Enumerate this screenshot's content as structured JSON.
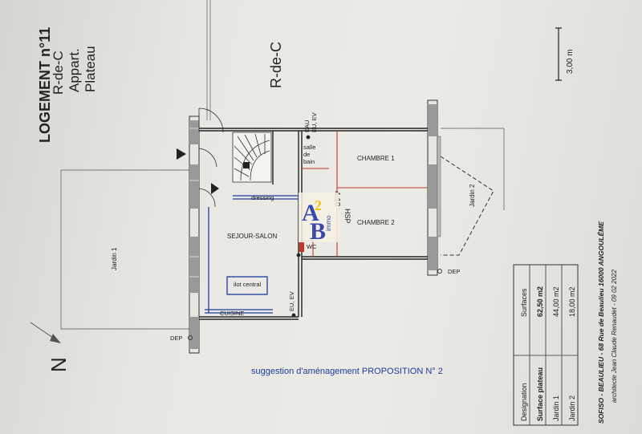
{
  "header": {
    "title": "LOGEMENT n°11",
    "line2": "R-de-C",
    "line3": "Appart.",
    "line4": "Plateau"
  },
  "level_label": "R-de-C",
  "scale": {
    "label": "3,00 m"
  },
  "north": {
    "label": "N"
  },
  "rooms": {
    "salle_de_bain": [
      "salle",
      "de",
      "bain"
    ],
    "chambre1": "CHAMBRE 1",
    "chambre2": "CHAMBRE 2",
    "sejour": "SEJOUR-SALON",
    "cuisine": "CUISINE",
    "dressing": "dressing",
    "ilot": "ilot central",
    "wc": "WC",
    "hsp": "HSP",
    "hsp_value": "4,10",
    "jardin1": "Jardin 1",
    "jardin2": "Jardin 2"
  },
  "annotations": {
    "eau_top": "EAU",
    "euev_top": "EU, EV",
    "euev_bottom": "EU, EV",
    "dep_left": "DEP",
    "dep_right": "DEP"
  },
  "logo": {
    "text": "A2B",
    "sub": "immo"
  },
  "caption": "suggestion d'aménagement  PROPOSITION N° 2",
  "surfaces_table": {
    "headers": [
      "Designation",
      "Surfaces"
    ],
    "rows": [
      [
        "Surface plateau",
        "62,50 m2"
      ],
      [
        "Jardin 1",
        "44,00 m2"
      ],
      [
        "Jardin 2",
        "18,00 m2"
      ]
    ]
  },
  "footer": {
    "line1": "SOFISO - BEAULIEU  -  68 Rue de Beaulieu 16000 ANGOULÊME",
    "line2": "architecte Jean Claude Renaudet   -   09 02 2022"
  },
  "colors": {
    "ink": "#222222",
    "blue": "#1e3aa0",
    "red": "#c0392b",
    "logo_blue": "#3a4aa8",
    "logo_yellow": "#f2c20c"
  }
}
